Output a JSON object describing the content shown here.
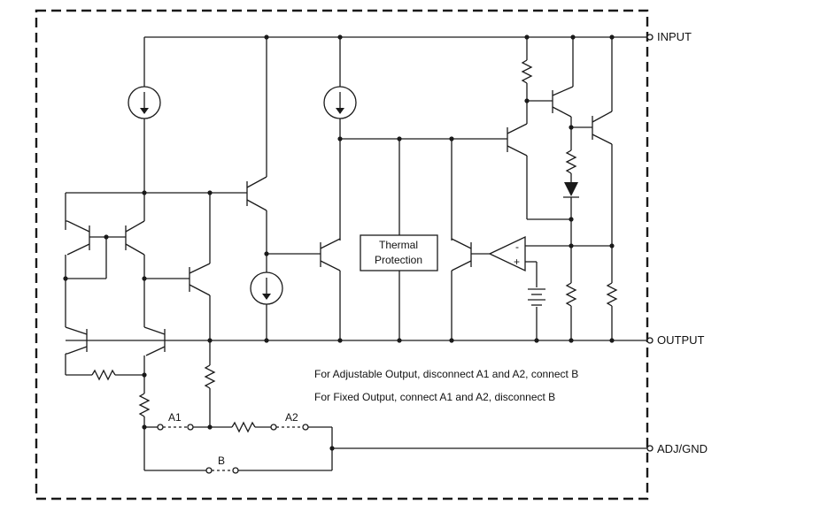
{
  "pins": {
    "input": "INPUT",
    "output": "OUTPUT",
    "adj_gnd": "ADJ/GND"
  },
  "blocks": {
    "thermal_line1": "Thermal",
    "thermal_line2": "Protection"
  },
  "labels": {
    "a1": "A1",
    "a2": "A2",
    "b": "B",
    "opamp_minus": "-",
    "opamp_plus": "+"
  },
  "notes": {
    "adjustable": "For Adjustable Output, disconnect A1 and A2, connect B",
    "fixed": "For Fixed Output, connect A1 and A2, disconnect B"
  }
}
